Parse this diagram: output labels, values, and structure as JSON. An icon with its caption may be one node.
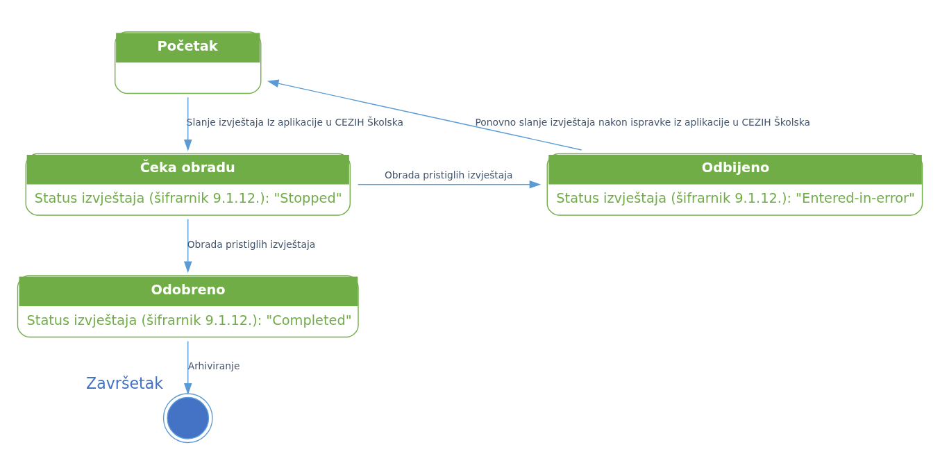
{
  "diagram": {
    "nodes": [
      {
        "text": [
          "Početak"
        ]
      },
      {
        "text": [
          "Čeka obradu",
          "Status izvještaja (šifrarnik 9.1.12.): \"Stopped\""
        ]
      },
      {
        "text": [
          "Odbijeno",
          "Status izvještaja (šifrarnik 9.1.12.): \"Entered-in-error\""
        ]
      },
      {
        "text": [
          "Odobreno",
          "Status izvještaja (šifrarnik 9.1.12.): \"Completed\""
        ]
      },
      {
        "text": [],
        "shape": "circle",
        "beside": [
          "Završetak"
        ]
      }
    ],
    "edges": [
      {
        "from": 0,
        "to": 1,
        "arrow": "to",
        "label": "Slanje izvještaja Iz aplikacije u CEZIH Školska"
      },
      {
        "from": 1,
        "to": 2,
        "arrow": "to",
        "label": "Obrada pristiglih izvještaja"
      },
      {
        "from": 1,
        "to": 3,
        "arrow": "to",
        "label": "Obrada pristiglih izvještaja"
      },
      {
        "from": 3,
        "to": 4,
        "arrow": "to",
        "label": "Arhiviranje"
      },
      {
        "from": 2,
        "to": 0,
        "arrow": "to",
        "label": "Ponovno slanje izvještaja nakon ispravke iz aplikacije u CEZIH Školska"
      }
    ]
  }
}
